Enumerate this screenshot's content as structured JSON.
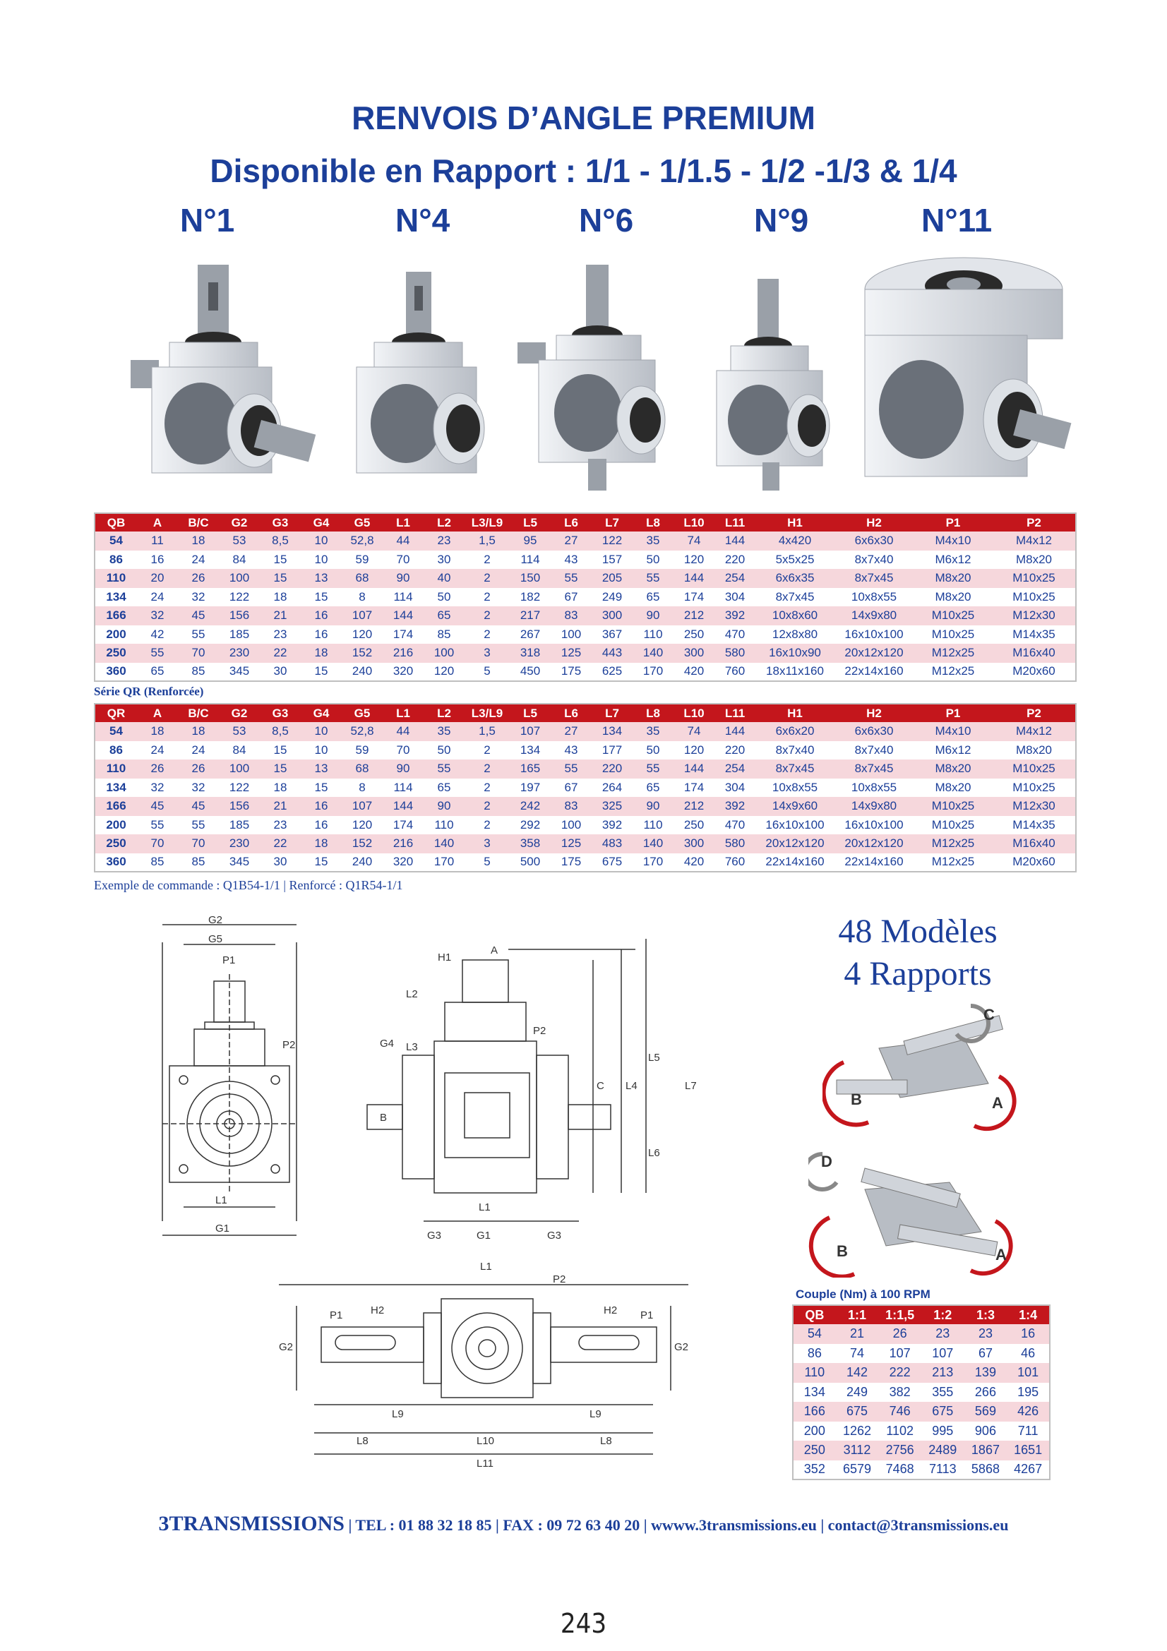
{
  "header": {
    "title": "RENVOIS D’ANGLE PREMIUM",
    "subtitle": "Disponible en Rapport : 1/1 - 1/1.5 - 1/2 -1/3 & 1/4",
    "models": [
      "N°1",
      "N°4",
      "N°6",
      "N°9",
      "N°11"
    ]
  },
  "qb_table": {
    "headers": [
      "QB",
      "A",
      "B/C",
      "G2",
      "G3",
      "G4",
      "G5",
      "L1",
      "L2",
      "L3/L9",
      "L5",
      "L6",
      "L7",
      "L8",
      "L10",
      "L11",
      "H1",
      "H2",
      "P1",
      "P2"
    ],
    "rows": [
      [
        "54",
        "11",
        "18",
        "53",
        "8,5",
        "10",
        "52,8",
        "44",
        "23",
        "1,5",
        "95",
        "27",
        "122",
        "35",
        "74",
        "144",
        "4x420",
        "6x6x30",
        "M4x10",
        "M4x12"
      ],
      [
        "86",
        "16",
        "24",
        "84",
        "15",
        "10",
        "59",
        "70",
        "30",
        "2",
        "114",
        "43",
        "157",
        "50",
        "120",
        "220",
        "5x5x25",
        "8x7x40",
        "M6x12",
        "M8x20"
      ],
      [
        "110",
        "20",
        "26",
        "100",
        "15",
        "13",
        "68",
        "90",
        "40",
        "2",
        "150",
        "55",
        "205",
        "55",
        "144",
        "254",
        "6x6x35",
        "8x7x45",
        "M8x20",
        "M10x25"
      ],
      [
        "134",
        "24",
        "32",
        "122",
        "18",
        "15",
        "8",
        "114",
        "50",
        "2",
        "182",
        "67",
        "249",
        "65",
        "174",
        "304",
        "8x7x45",
        "10x8x55",
        "M8x20",
        "M10x25"
      ],
      [
        "166",
        "32",
        "45",
        "156",
        "21",
        "16",
        "107",
        "144",
        "65",
        "2",
        "217",
        "83",
        "300",
        "90",
        "212",
        "392",
        "10x8x60",
        "14x9x80",
        "M10x25",
        "M12x30"
      ],
      [
        "200",
        "42",
        "55",
        "185",
        "23",
        "16",
        "120",
        "174",
        "85",
        "2",
        "267",
        "100",
        "367",
        "110",
        "250",
        "470",
        "12x8x80",
        "16x10x100",
        "M10x25",
        "M14x35"
      ],
      [
        "250",
        "55",
        "70",
        "230",
        "22",
        "18",
        "152",
        "216",
        "100",
        "3",
        "318",
        "125",
        "443",
        "140",
        "300",
        "580",
        "16x10x90",
        "20x12x120",
        "M12x25",
        "M16x40"
      ],
      [
        "360",
        "65",
        "85",
        "345",
        "30",
        "15",
        "240",
        "320",
        "120",
        "5",
        "450",
        "175",
        "625",
        "170",
        "420",
        "760",
        "18x11x160",
        "22x14x160",
        "M12x25",
        "M20x60"
      ]
    ]
  },
  "qr_label": "Série QR (Renforcée)",
  "qr_table": {
    "headers": [
      "QR",
      "A",
      "B/C",
      "G2",
      "G3",
      "G4",
      "G5",
      "L1",
      "L2",
      "L3/L9",
      "L5",
      "L6",
      "L7",
      "L8",
      "L10",
      "L11",
      "H1",
      "H2",
      "P1",
      "P2"
    ],
    "rows": [
      [
        "54",
        "18",
        "18",
        "53",
        "8,5",
        "10",
        "52,8",
        "44",
        "35",
        "1,5",
        "107",
        "27",
        "134",
        "35",
        "74",
        "144",
        "6x6x20",
        "6x6x30",
        "M4x10",
        "M4x12"
      ],
      [
        "86",
        "24",
        "24",
        "84",
        "15",
        "10",
        "59",
        "70",
        "50",
        "2",
        "134",
        "43",
        "177",
        "50",
        "120",
        "220",
        "8x7x40",
        "8x7x40",
        "M6x12",
        "M8x20"
      ],
      [
        "110",
        "26",
        "26",
        "100",
        "15",
        "13",
        "68",
        "90",
        "55",
        "2",
        "165",
        "55",
        "220",
        "55",
        "144",
        "254",
        "8x7x45",
        "8x7x45",
        "M8x20",
        "M10x25"
      ],
      [
        "134",
        "32",
        "32",
        "122",
        "18",
        "15",
        "8",
        "114",
        "65",
        "2",
        "197",
        "67",
        "264",
        "65",
        "174",
        "304",
        "10x8x55",
        "10x8x55",
        "M8x20",
        "M10x25"
      ],
      [
        "166",
        "45",
        "45",
        "156",
        "21",
        "16",
        "107",
        "144",
        "90",
        "2",
        "242",
        "83",
        "325",
        "90",
        "212",
        "392",
        "14x9x60",
        "14x9x80",
        "M10x25",
        "M12x30"
      ],
      [
        "200",
        "55",
        "55",
        "185",
        "23",
        "16",
        "120",
        "174",
        "110",
        "2",
        "292",
        "100",
        "392",
        "110",
        "250",
        "470",
        "16x10x100",
        "16x10x100",
        "M10x25",
        "M14x35"
      ],
      [
        "250",
        "70",
        "70",
        "230",
        "22",
        "18",
        "152",
        "216",
        "140",
        "3",
        "358",
        "125",
        "483",
        "140",
        "300",
        "580",
        "20x12x120",
        "20x12x120",
        "M12x25",
        "M16x40"
      ],
      [
        "360",
        "85",
        "85",
        "345",
        "30",
        "15",
        "240",
        "320",
        "170",
        "5",
        "500",
        "175",
        "675",
        "170",
        "420",
        "760",
        "22x14x160",
        "22x14x160",
        "M12x25",
        "M20x60"
      ]
    ]
  },
  "example": "Exemple de commande : Q1B54-1/1 | Renforcé : Q1R54-1/1",
  "promo": {
    "line1": "48 Modèles",
    "line2": "4 Rapports"
  },
  "gear_letters": {
    "top": [
      "C",
      "B",
      "A"
    ],
    "bottom": [
      "D",
      "B",
      "A"
    ]
  },
  "drawing_labels": {
    "G2": "G2",
    "G5": "G5",
    "P1": "P1",
    "P2": "P2",
    "L1": "L1",
    "G1": "G1",
    "H1": "H1",
    "A": "A",
    "L2": "L2",
    "L3": "L3",
    "G4": "G4",
    "B": "B",
    "C": "C",
    "L4": "L4",
    "L5": "L5",
    "L7": "L7",
    "L6": "L6",
    "G3": "G3",
    "H2": "H2",
    "L9": "L9",
    "L8": "L8",
    "L10": "L10",
    "L11": "L11"
  },
  "torque": {
    "title": "Couple (Nm) à 100 RPM",
    "headers": [
      "QB",
      "1:1",
      "1:1,5",
      "1:2",
      "1:3",
      "1:4"
    ],
    "rows": [
      [
        "54",
        "21",
        "26",
        "23",
        "23",
        "16"
      ],
      [
        "86",
        "74",
        "107",
        "107",
        "67",
        "46"
      ],
      [
        "110",
        "142",
        "222",
        "213",
        "139",
        "101"
      ],
      [
        "134",
        "249",
        "382",
        "355",
        "266",
        "195"
      ],
      [
        "166",
        "675",
        "746",
        "675",
        "569",
        "426"
      ],
      [
        "200",
        "1262",
        "1102",
        "995",
        "906",
        "711"
      ],
      [
        "250",
        "3112",
        "2756",
        "2489",
        "1867",
        "1651"
      ],
      [
        "352",
        "6579",
        "7468",
        "7113",
        "5868",
        "4267"
      ]
    ]
  },
  "footer": {
    "brand": "3TRANSMISSIONS",
    "rest": " | TEL : 01 88 32 18 85 | FAX : 09 72 63 40 20 | wwww.3transmissions.eu | contact@3transmissions.eu"
  },
  "page_number": "243"
}
